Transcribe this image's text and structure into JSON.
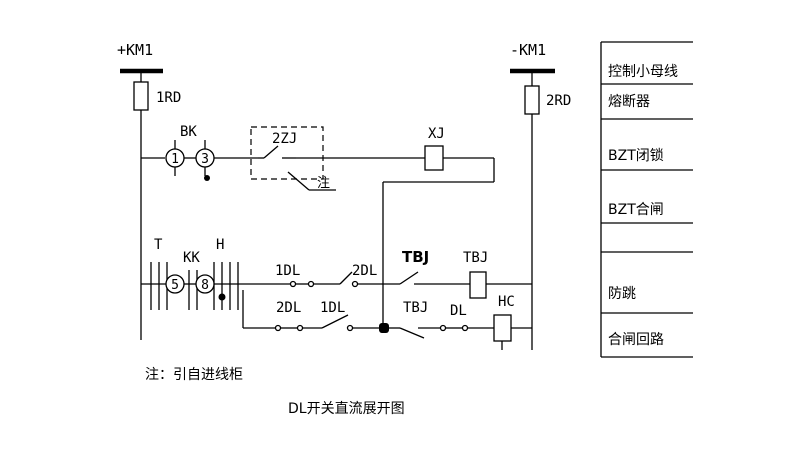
{
  "diagram": {
    "caption": "DL开关直流展开图",
    "note": "注：引自进线柜",
    "buses": {
      "positive": "+KM1",
      "negative": "-KM1"
    },
    "fuses": {
      "left": "1RD",
      "right": "2RD"
    },
    "labels": {
      "bk": "BK",
      "zj": "2ZJ",
      "zhu": "注",
      "xj": "XJ",
      "t": "T",
      "kk": "KK",
      "h": "H",
      "dl1_top": "1DL",
      "dl2_top": "2DL",
      "tbj_contact_top": "TBJ",
      "tbj_coil": "TBJ",
      "dl2_bot": "2DL",
      "dl1_bot": "1DL",
      "tbj_contact_bot": "TBJ",
      "dl_bot": "DL",
      "hc": "HC"
    },
    "terminals": {
      "t1": "1",
      "t3": "3",
      "t5": "5",
      "t8": "8"
    }
  },
  "legend": {
    "rows": [
      "控制小母线",
      "熔断器",
      "BZT闭锁",
      "BZT合闸",
      "",
      "防跳",
      "合闸回路"
    ]
  }
}
